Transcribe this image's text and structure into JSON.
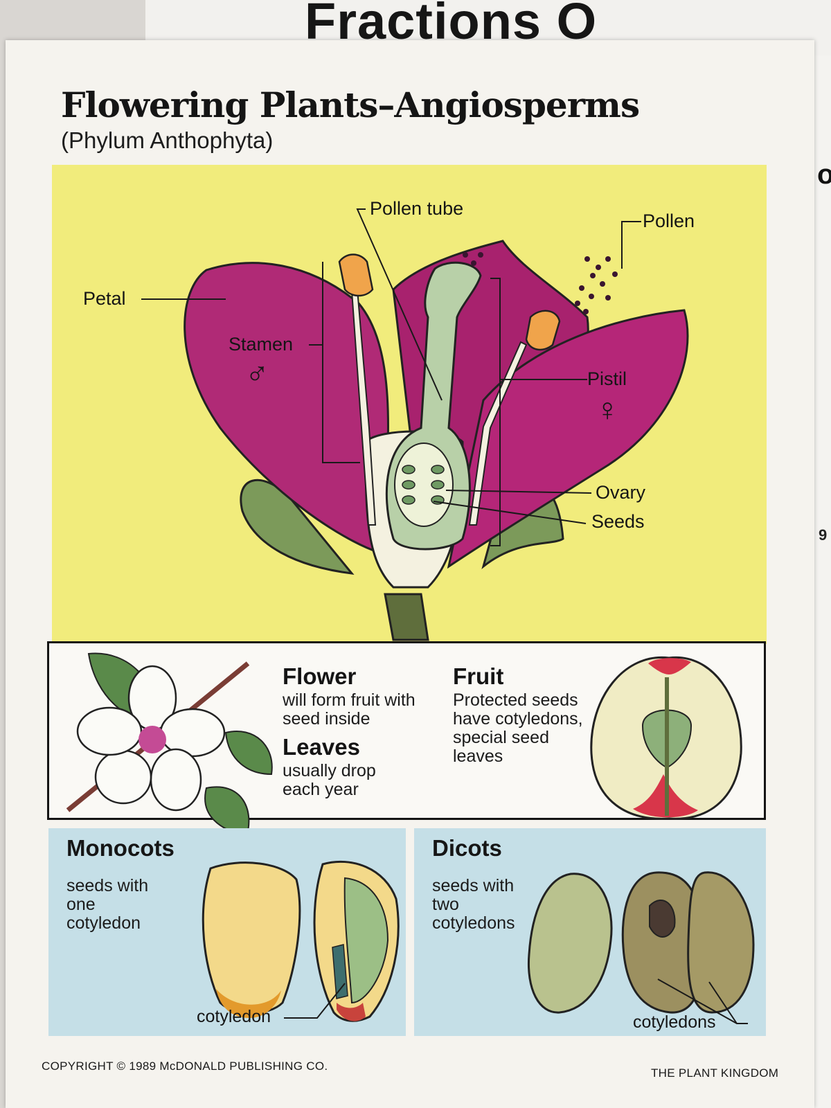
{
  "background": {
    "behind_title": "Fractions O",
    "right_fragment": "o",
    "right_fragment_2": "9"
  },
  "poster": {
    "title": "Flowering Plants–Angiosperms",
    "subtitle": "(Phylum Anthophyta)",
    "diagram": {
      "labels": {
        "pollen_tube": "Pollen tube",
        "pollen": "Pollen",
        "petal": "Petal",
        "stamen": "Stamen",
        "stamen_symbol": "♂",
        "pistil": "Pistil",
        "pistil_symbol": "♀",
        "ovary": "Ovary",
        "seeds": "Seeds"
      }
    },
    "info": {
      "flower_heading": "Flower",
      "flower_text": "will form fruit with seed inside",
      "leaves_heading": "Leaves",
      "leaves_text": "usually drop each year",
      "fruit_heading": "Fruit",
      "fruit_text": "Protected seeds have cotyledons, special seed leaves"
    },
    "monocots": {
      "heading": "Monocots",
      "text": "seeds with one cotyledon",
      "label": "cotyledon"
    },
    "dicots": {
      "heading": "Dicots",
      "text": "seeds with two cotyledons",
      "label": "cotyledons"
    },
    "footer": {
      "copyright": "COPYRIGHT © 1989 McDONALD PUBLISHING CO.",
      "series": "THE PLANT KINGDOM"
    }
  },
  "colors": {
    "yellow_panel": "#f1ec7c",
    "petal": "#a8226e",
    "blue_panel": "#c5dfe7"
  }
}
